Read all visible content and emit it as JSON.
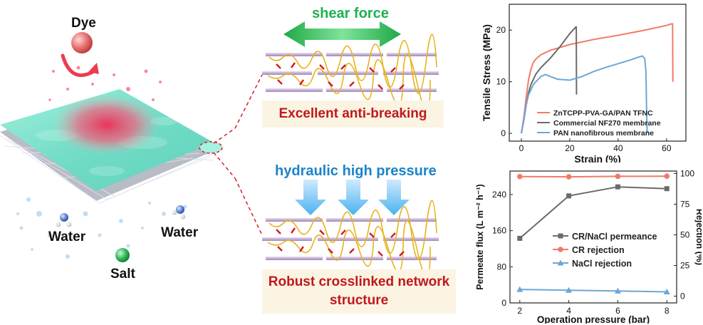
{
  "left_panel": {
    "dye_label": "Dye",
    "water_label_left": "Water",
    "water_label_right": "Water",
    "salt_label": "Salt"
  },
  "middle_panel": {
    "top_arrow_label": "shear force",
    "top_banner": "Excellent anti-breaking",
    "bottom_arrow_label": "hydraulic high pressure",
    "bottom_banner_line1": "Robust crosslinked network",
    "bottom_banner_line2": "structure"
  },
  "colors": {
    "green_arrow": "#1fb14d",
    "blue_arrow": "#1a84c9",
    "banner_text": "#c0181d",
    "banner_bg": "#fbf4e2",
    "membrane_surface": "#7fe3cf",
    "dye_red": "#ec3f5e",
    "series_red": "#f07a68",
    "series_gray": "#6b6b6b",
    "series_blue": "#6ca7d6"
  },
  "chart_data": [
    {
      "type": "line",
      "xlabel": "Strain (%)",
      "ylabel": "Tensile Stress (MPa)",
      "xlim": [
        -5,
        68
      ],
      "ylim": [
        -1.5,
        25
      ],
      "xticks": [
        0,
        20,
        40,
        60
      ],
      "yticks": [
        0,
        10,
        20
      ],
      "legend_position": "bottom-right",
      "series": [
        {
          "name": "ZnTCPP-PVA-GA/PAN TFNC",
          "color": "#f07a68",
          "x": [
            0,
            1,
            2,
            3,
            4,
            5,
            6,
            8,
            12,
            20,
            30,
            40,
            50,
            60,
            62,
            62.5,
            62.6
          ],
          "y": [
            0,
            3,
            7,
            10.5,
            12.5,
            13.8,
            14.4,
            15.2,
            16.1,
            17.2,
            18.2,
            19.0,
            19.9,
            20.9,
            21.2,
            21.2,
            10
          ]
        },
        {
          "name": "Commercial NF270 membrane",
          "color": "#6b6b6b",
          "x": [
            0,
            1,
            2,
            3,
            4,
            6,
            8,
            12,
            16,
            20,
            22.5,
            22.7,
            22.8
          ],
          "y": [
            0,
            2.5,
            5.5,
            8.0,
            9.5,
            11.5,
            12.7,
            14.6,
            16.8,
            19.3,
            20.6,
            20.6,
            7.5
          ]
        },
        {
          "name": "PAN nanofibrous membrane",
          "color": "#6ca7d6",
          "x": [
            0,
            1,
            2,
            3,
            5,
            8,
            10,
            12,
            15,
            20,
            25,
            30,
            35,
            40,
            45,
            48,
            50,
            51,
            51.5,
            51.7,
            52
          ],
          "y": [
            0,
            2.5,
            5.5,
            7.5,
            9.5,
            11.0,
            11.4,
            11.0,
            10.5,
            10.3,
            11.0,
            12.0,
            12.8,
            13.5,
            14.2,
            14.7,
            15.0,
            14.5,
            12.0,
            6.0,
            0
          ]
        }
      ]
    },
    {
      "type": "line",
      "xlabel": "Operation pressure (bar)",
      "ylabel": "Permeate flux (L m⁻² h⁻¹)",
      "ylabel_right": "Rejection (%)",
      "xticks": [
        2,
        4,
        6,
        8
      ],
      "xlim": [
        1.6,
        8.4
      ],
      "ylim_left": [
        0,
        292
      ],
      "yticks_left": [
        0,
        80,
        160,
        240
      ],
      "ylim_right": [
        -5.5,
        102
      ],
      "yticks_right": [
        0,
        25,
        50,
        75,
        100
      ],
      "legend_position": "center-right",
      "series": [
        {
          "name": "CR/NaCl permeance",
          "color": "#6b6b6b",
          "axis": "left",
          "marker": "square",
          "x": [
            2,
            4,
            6,
            8
          ],
          "y": [
            143,
            237,
            257,
            253
          ]
        },
        {
          "name": "CR rejection",
          "color": "#f07a68",
          "axis": "right",
          "marker": "circle",
          "x": [
            2,
            4,
            6,
            8
          ],
          "y": [
            97.5,
            97.3,
            97.7,
            97.8
          ]
        },
        {
          "name": "NaCl rejection",
          "color": "#6ca7d6",
          "axis": "right",
          "marker": "triangle",
          "x": [
            2,
            4,
            6,
            8
          ],
          "y": [
            5.5,
            4.8,
            4.2,
            3.5
          ]
        }
      ]
    }
  ]
}
